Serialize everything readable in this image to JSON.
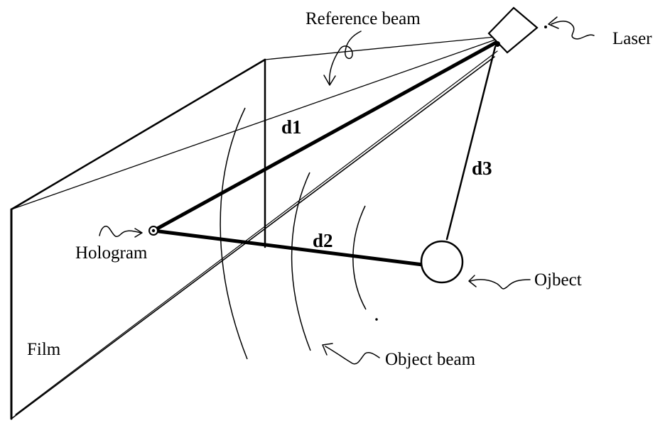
{
  "labels": {
    "reference_beam": "Reference beam",
    "laser": "Laser",
    "d1": "d1",
    "d2": "d2",
    "d3": "d3",
    "hologram": "Hologram",
    "object": "Ojbect",
    "film": "Film",
    "object_beam": "Object beam"
  },
  "colors": {
    "line": "#000000",
    "background": "#ffffff"
  }
}
